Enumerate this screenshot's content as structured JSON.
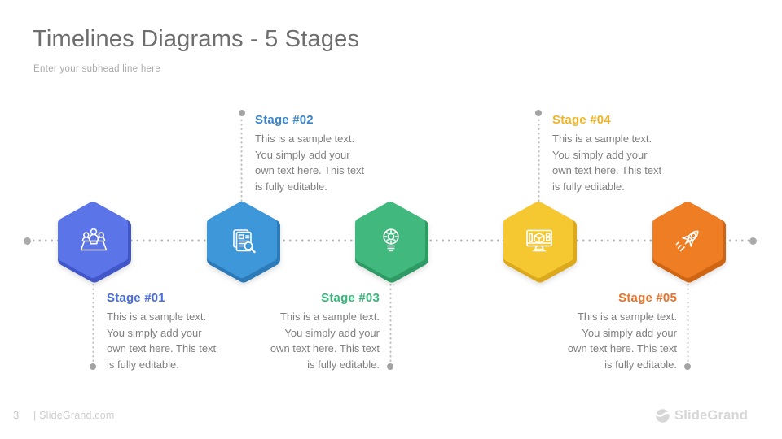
{
  "slide": {
    "title": "Timelines Diagrams - 5 Stages",
    "subtitle": "Enter your subhead line here",
    "background_color": "#ffffff",
    "timeline_dot_color": "#b5b5b5",
    "body_text_color": "#7f7f7f"
  },
  "stages": [
    {
      "title": "Stage #01",
      "body": "This is a sample text.\nYou simply add your\nown text here. This text\nis fully editable.",
      "icon": "meeting-table-icon",
      "color": "#5b74e8",
      "edge_color": "#4156c9",
      "title_color": "#4a6edb"
    },
    {
      "title": "Stage #02",
      "body": "This is a sample text.\nYou simply add your\nown text here. This text\nis fully editable.",
      "icon": "document-search-icon",
      "color": "#3e97d8",
      "edge_color": "#2c7ab8",
      "title_color": "#3d85ca"
    },
    {
      "title": "Stage #03",
      "body": "This is a sample text.\nYou simply add your\nown text here. This text\nis fully editable.",
      "icon": "lightbulb-gear-icon",
      "color": "#41b87e",
      "edge_color": "#2e9a64",
      "title_color": "#36b87a"
    },
    {
      "title": "Stage #04",
      "body": "This is a sample text.\nYou simply add your\nown text here. This text\nis fully editable.",
      "icon": "monitor-3d-cube-icon",
      "color": "#f5c832",
      "edge_color": "#dca81c",
      "title_color": "#f0b429"
    },
    {
      "title": "Stage #05",
      "body": "This is a sample text.\nYou simply add your\nown text here. This text\nis fully editable.",
      "icon": "rocket-icon",
      "color": "#ee7d23",
      "edge_color": "#cf6512",
      "title_color": "#e8732a"
    }
  ],
  "footer": {
    "page_number": "3",
    "site_label": "| SlideGrand.com",
    "logo_text": "SlideGrand",
    "logo_color": "#d6d6d6"
  }
}
